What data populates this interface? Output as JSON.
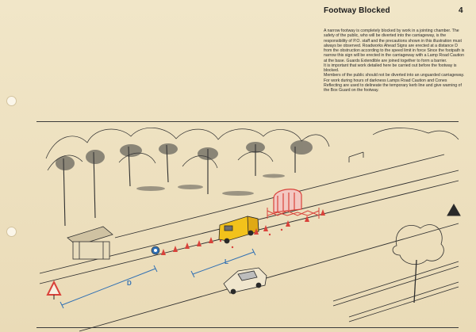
{
  "header": {
    "title": "Footway Blocked",
    "page_number": "4"
  },
  "body": {
    "paragraphs": [
      "A narrow footway is completely blocked by work in a jointing chamber. The safety of the public, who will be diverted into the carriageway, is the responsibility of P.O. staff and the precautions shown in this illustration must always be observed. Roadworks Ahead Signs are erected at a distance D from the obstruction according to the speed limit in force Since the footpath is narrow this sign will be erected in the carriageway with a Lamp Road Caution at the base. Guards Extendible are joined together to form a barrier.",
      "It is important that work detailed here be carried out before the footway is blocked.",
      "Members of the public should not be diverted into an unguarded carriageway.",
      "For work during hours of darkness Lamps Road Caution and Cones Reflecting are used to delineate the temporary kerb line and give warning of the Box Guard on the footway."
    ]
  },
  "illustration": {
    "dimension_d": "D",
    "dimension_l": "L"
  },
  "colors": {
    "background": "#efe3c4",
    "ink": "#2a2a2a",
    "barrier_red": "#d9423a",
    "van_yellow": "#f2c21b",
    "dimension_blue": "#2f6fb3"
  }
}
